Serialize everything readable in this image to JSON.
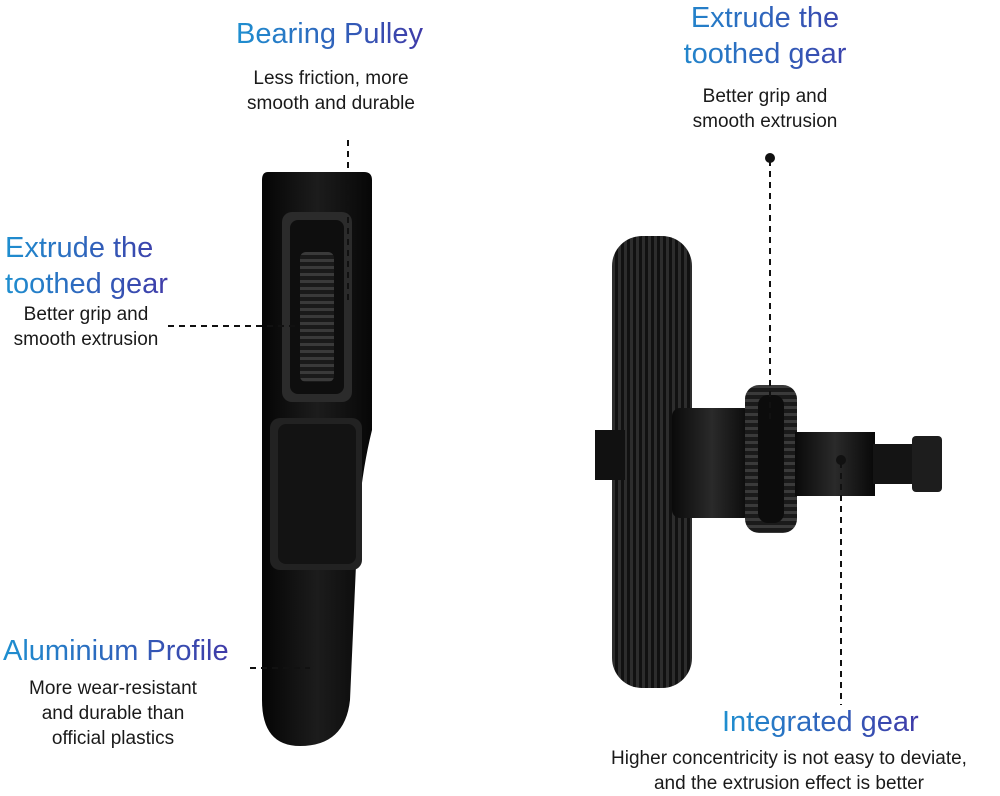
{
  "callouts": {
    "bearing_pulley": {
      "title": "Bearing Pulley",
      "desc_line1": "Less friction, more",
      "desc_line2": "smooth and durable"
    },
    "extrude_gear_left": {
      "title_line1": "Extrude the",
      "title_line2": "toothed gear",
      "desc_line1": "Better grip and",
      "desc_line2": "smooth extrusion"
    },
    "aluminium_profile": {
      "title": "Aluminium Profile",
      "desc_line1": "More wear-resistant",
      "desc_line2": "and durable than",
      "desc_line3": "official plastics"
    },
    "extrude_gear_right": {
      "title_line1": "Extrude the",
      "title_line2": "toothed gear",
      "desc_line1": "Better grip and",
      "desc_line2": "smooth extrusion"
    },
    "integrated_gear": {
      "title": "Integrated gear",
      "desc_line1": "Higher concentricity is not easy to deviate,",
      "desc_line2": "and the extrusion effect is better"
    }
  },
  "colors": {
    "title_gradient_start": "#1e8fd0",
    "title_gradient_end": "#3f3aa8",
    "part_black": "#0c0c0c"
  }
}
